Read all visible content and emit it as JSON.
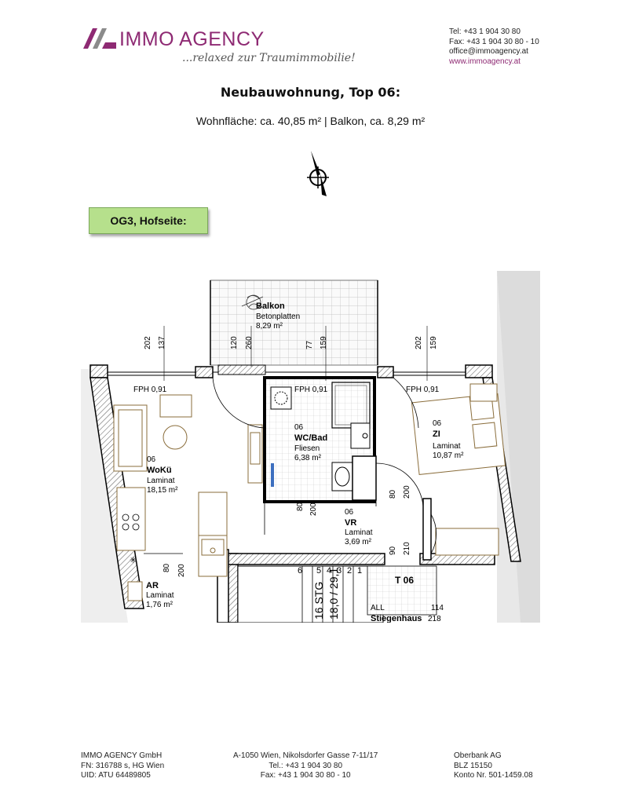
{
  "header": {
    "logo_name": "IMMO AGENCY",
    "logo_slogan": "...relaxed zur Traumimmobilie!",
    "brand_color": "#8e2a73",
    "contact": {
      "tel": "Tel:  +43 1 904 30 80",
      "fax": "Fax: +43 1 904 30 80 - 10",
      "email": "office@immoagency.at",
      "web": "www.immoagency.at"
    }
  },
  "title": "Neubauwohnung, Top 06:",
  "subtitle": "Wohnfläche: ca. 40,85 m²  |  Balkon, ca. 8,29 m²",
  "floor_badge": "OG3, Hofseite:",
  "plan": {
    "balcony": {
      "name": "Balkon",
      "material": "Betonplatten",
      "area": "8,29 m²"
    },
    "rooms": [
      {
        "num": "06",
        "name": "WoKü",
        "material": "Laminat",
        "area": "18,15 m²"
      },
      {
        "num": "06",
        "name": "WC/Bad",
        "material": "Fliesen",
        "area": "6,38 m²"
      },
      {
        "num": "06",
        "name": "ZI",
        "material": "Laminat",
        "area": "10,87 m²"
      },
      {
        "num": "06",
        "name": "VR",
        "material": "Laminat",
        "area": "3,69 m²"
      },
      {
        "num": "",
        "name": "AR",
        "material": "Laminat",
        "area": "1,76 m²"
      }
    ],
    "fph_labels": [
      "FPH 0,91",
      "FPH 0,91",
      "FPH 0,91"
    ],
    "window_dims": [
      "202",
      "137",
      "120",
      "260",
      "77",
      "159",
      "202",
      "159"
    ],
    "door_dims": [
      "80",
      "200",
      "80",
      "200",
      "80",
      "200",
      "90",
      "210"
    ],
    "stair": {
      "steps": "16 STG",
      "ratio": "18,0 / 29,1",
      "numbers": [
        "6",
        "5",
        "4",
        "3",
        "2",
        "1"
      ]
    },
    "unit_label": "T 06",
    "all_label": "ALL",
    "all_dim": "114",
    "stairwell_label": "Stiegenhaus",
    "stairwell_dim": "218"
  },
  "footer": {
    "company": "IMMO AGENCY GmbH",
    "fn": "FN: 316788 s, HG Wien",
    "uid": "UID: ATU 64489805",
    "address": "A-1050 Wien, Nikolsdorfer Gasse 7-11/17",
    "tel": "Tel.: +43 1 904 30 80",
    "fax": "Fax: +43 1 904 30 80 - 10",
    "bank": "Oberbank AG",
    "blz": "BLZ 15150",
    "konto": "Konto Nr. 501-1459.08"
  }
}
